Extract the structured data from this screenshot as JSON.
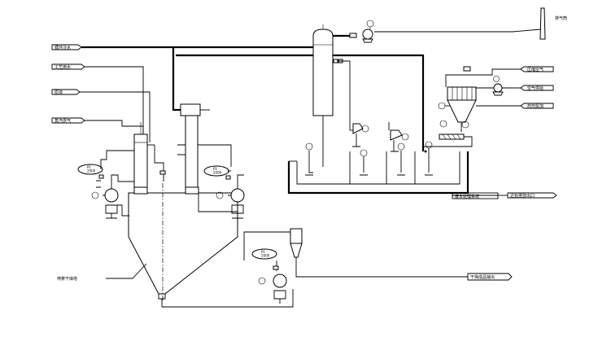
{
  "labels": {
    "exhaust": "排气筒",
    "cooling_water": "循环冷水",
    "industrial_water": "工艺用水",
    "feed": "原液",
    "steam": "蒸汽供气",
    "compressed_air": "压缩空气",
    "air_in": "空气供给",
    "additive": "药剂投加",
    "wastewater": "废水处理系统",
    "discharge": "达标排放出口",
    "dry_product": "干燥成品输出",
    "dryer": "喷雾干燥塔"
  },
  "tags": {
    "tank1": "P1\n2000",
    "tank2": "P1\n2000",
    "tank3": "P1\n2000"
  },
  "colors": {
    "line": "#000000",
    "background": "#ffffff"
  }
}
